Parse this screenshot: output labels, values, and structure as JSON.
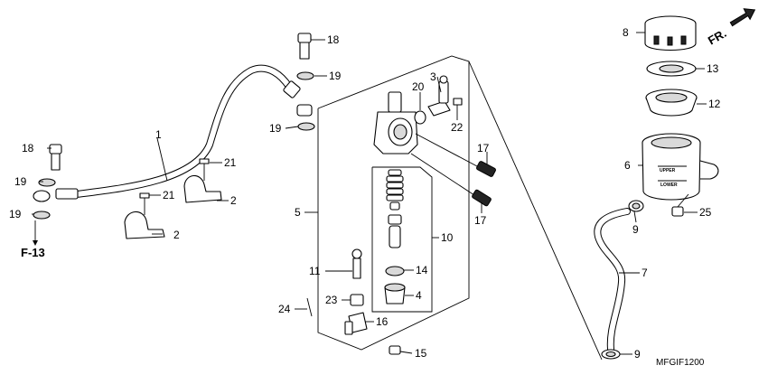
{
  "diagram": {
    "reference_code": "MFGIF1200",
    "direction_label": "FR.",
    "section_reference": "F-13",
    "reservoir_marks": {
      "upper": "UPPER",
      "lower": "LOWER"
    },
    "callouts": [
      {
        "label": "1",
        "part": "brake-pipe"
      },
      {
        "label": "2",
        "part": "pipe-clamp-lower"
      },
      {
        "label": "2",
        "part": "pipe-clamp-upper"
      },
      {
        "label": "3",
        "part": "hose-joint"
      },
      {
        "label": "4",
        "part": "piston-boot"
      },
      {
        "label": "5",
        "part": "master-cylinder-assembly"
      },
      {
        "label": "6",
        "part": "reservoir-tank"
      },
      {
        "label": "7",
        "part": "reservoir-hose"
      },
      {
        "label": "8",
        "part": "reservoir-cap"
      },
      {
        "label": "9",
        "part": "hose-clip-upper"
      },
      {
        "label": "9",
        "part": "hose-clip-lower"
      },
      {
        "label": "10",
        "part": "piston-set"
      },
      {
        "label": "11",
        "part": "push-rod"
      },
      {
        "label": "12",
        "part": "diaphragm"
      },
      {
        "label": "13",
        "part": "diaphragm-plate"
      },
      {
        "label": "14",
        "part": "circlip"
      },
      {
        "label": "15",
        "part": "clevis-pin"
      },
      {
        "label": "16",
        "part": "clevis"
      },
      {
        "label": "17",
        "part": "mounting-bolt-upper"
      },
      {
        "label": "17",
        "part": "mounting-bolt-lower"
      },
      {
        "label": "18",
        "part": "oil-bolt-top"
      },
      {
        "label": "18",
        "part": "oil-bolt-left"
      },
      {
        "label": "19",
        "part": "washer-top"
      },
      {
        "label": "19",
        "part": "washer-mid"
      },
      {
        "label": "19",
        "part": "washer-left-upper"
      },
      {
        "label": "19",
        "part": "washer-left-lower"
      },
      {
        "label": "20",
        "part": "o-ring"
      },
      {
        "label": "21",
        "part": "clamp-screw-right"
      },
      {
        "label": "21",
        "part": "clamp-screw-left"
      },
      {
        "label": "22",
        "part": "joint-screw"
      },
      {
        "label": "23",
        "part": "lock-nut"
      },
      {
        "label": "24",
        "part": "cotter-pin"
      },
      {
        "label": "25",
        "part": "reservoir-bolt"
      }
    ]
  }
}
